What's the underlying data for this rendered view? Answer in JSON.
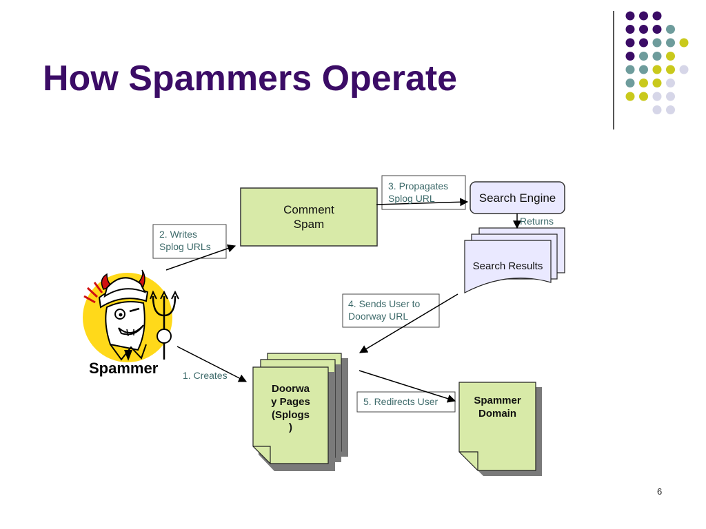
{
  "title": "How Spammers Operate",
  "page_number": "6",
  "colors": {
    "title": "#3b0c66",
    "box_fill": "#d8eaa8",
    "results_fill": "#eae9ff",
    "label_text": "#3d6a6a",
    "shadow": "#7a7a7a"
  },
  "diagram": {
    "nodes": {
      "comment_spam": [
        "Comment",
        "Spam"
      ],
      "search_engine": "Search Engine",
      "search_results": "Search Results",
      "doorway_pages": [
        "Doorwa",
        "y Pages",
        "(Splogs",
        ")"
      ],
      "spammer_domain": [
        "Spammer",
        "Domain"
      ],
      "spammer": "Spammer"
    },
    "steps": {
      "creates": "1. Creates",
      "writes": [
        "2. Writes",
        "Splog URLs"
      ],
      "propagates": [
        "3. Propagates",
        "Splog URL"
      ],
      "returns": "Returns",
      "sends": [
        "4. Sends User to",
        "Doorway URL"
      ],
      "redirects": "5. Redirects User"
    }
  },
  "decoration": {
    "dot_grid_rows": [
      [
        "purple",
        "purple",
        "purple"
      ],
      [
        "purple",
        "purple",
        "purple",
        "teal"
      ],
      [
        "purple",
        "purple",
        "teal",
        "teal",
        "yellow"
      ],
      [
        "purple",
        "teal",
        "teal",
        "yellow"
      ],
      [
        "teal",
        "teal",
        "yellow",
        "yellow",
        "lavender"
      ],
      [
        "teal",
        "yellow",
        "yellow",
        "lavender"
      ],
      [
        "yellow",
        "yellow",
        "lavender",
        "lavender"
      ],
      [
        "lavender",
        "lavender"
      ]
    ],
    "dot_colors": {
      "purple": "#3b0c66",
      "teal": "#6e9c9c",
      "yellow": "#c9c91c",
      "lavender": "#d6d6e8"
    }
  }
}
